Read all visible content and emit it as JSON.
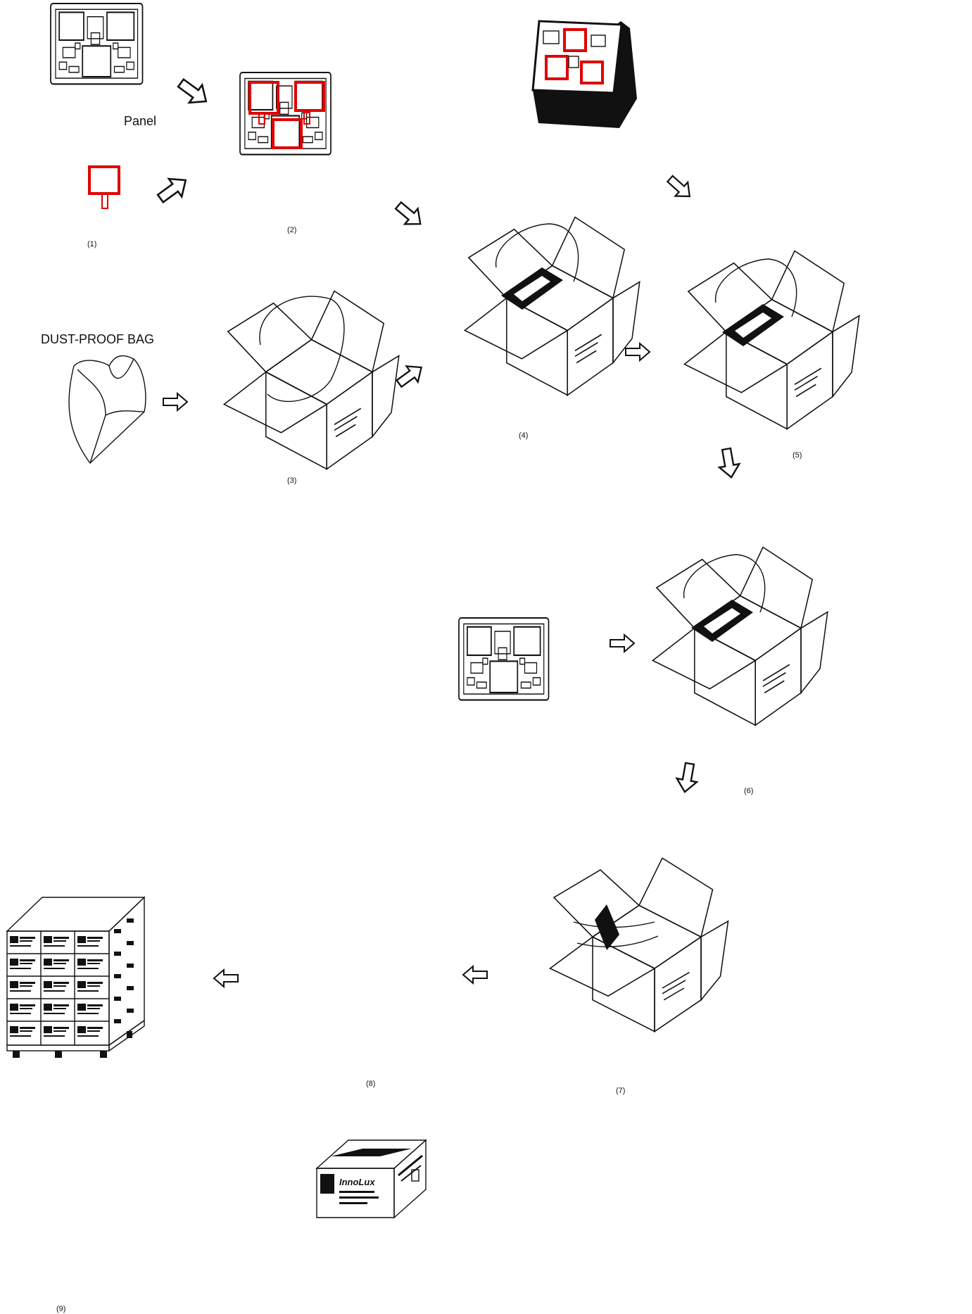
{
  "labels": {
    "panel": "Panel",
    "dust_bag": "DUST-PROOF BAG",
    "brand": "InnoLux"
  },
  "steps": {
    "s1": "(1)",
    "s2": "(2)",
    "s3": "(3)",
    "s4": "(4)",
    "s5": "(5)",
    "s6": "(6)",
    "s7": "(7)",
    "s8": "(8)",
    "s9": "(9)"
  },
  "colors": {
    "outline": "#111111",
    "highlight": "#e00000",
    "background": "#ffffff"
  }
}
